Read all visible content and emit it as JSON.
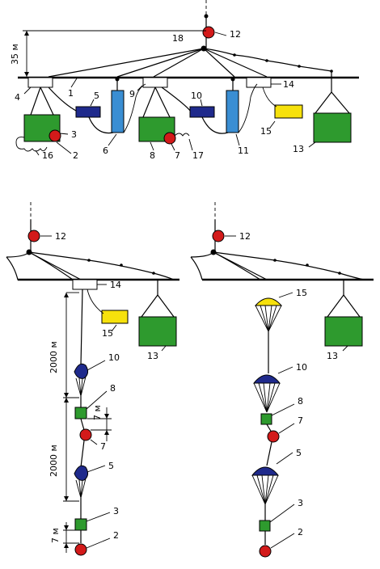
{
  "labels": {
    "l1": "1",
    "l2": "2",
    "l3": "3",
    "l4": "4",
    "l5": "5",
    "l6": "6",
    "l7": "7",
    "l8": "8",
    "l9": "9",
    "l10": "10",
    "l11": "11",
    "l12": "12",
    "l13": "13",
    "l14": "14",
    "l15": "15",
    "l16": "16",
    "l17": "17",
    "l18": "18"
  },
  "dimensions": {
    "height_35m": "35 м",
    "gap_2000m_upper": "2000 м",
    "gap_2000m_lower": "2000 м",
    "gap_7m_upper": "7 м",
    "gap_7m_lower": "7 м"
  },
  "colors": {
    "cargo": "#2e9a2e",
    "marker": "#d31a1a",
    "container": "#3a8ed3",
    "pack": "#1f2a8c",
    "small_pack": "#f6e10c"
  }
}
